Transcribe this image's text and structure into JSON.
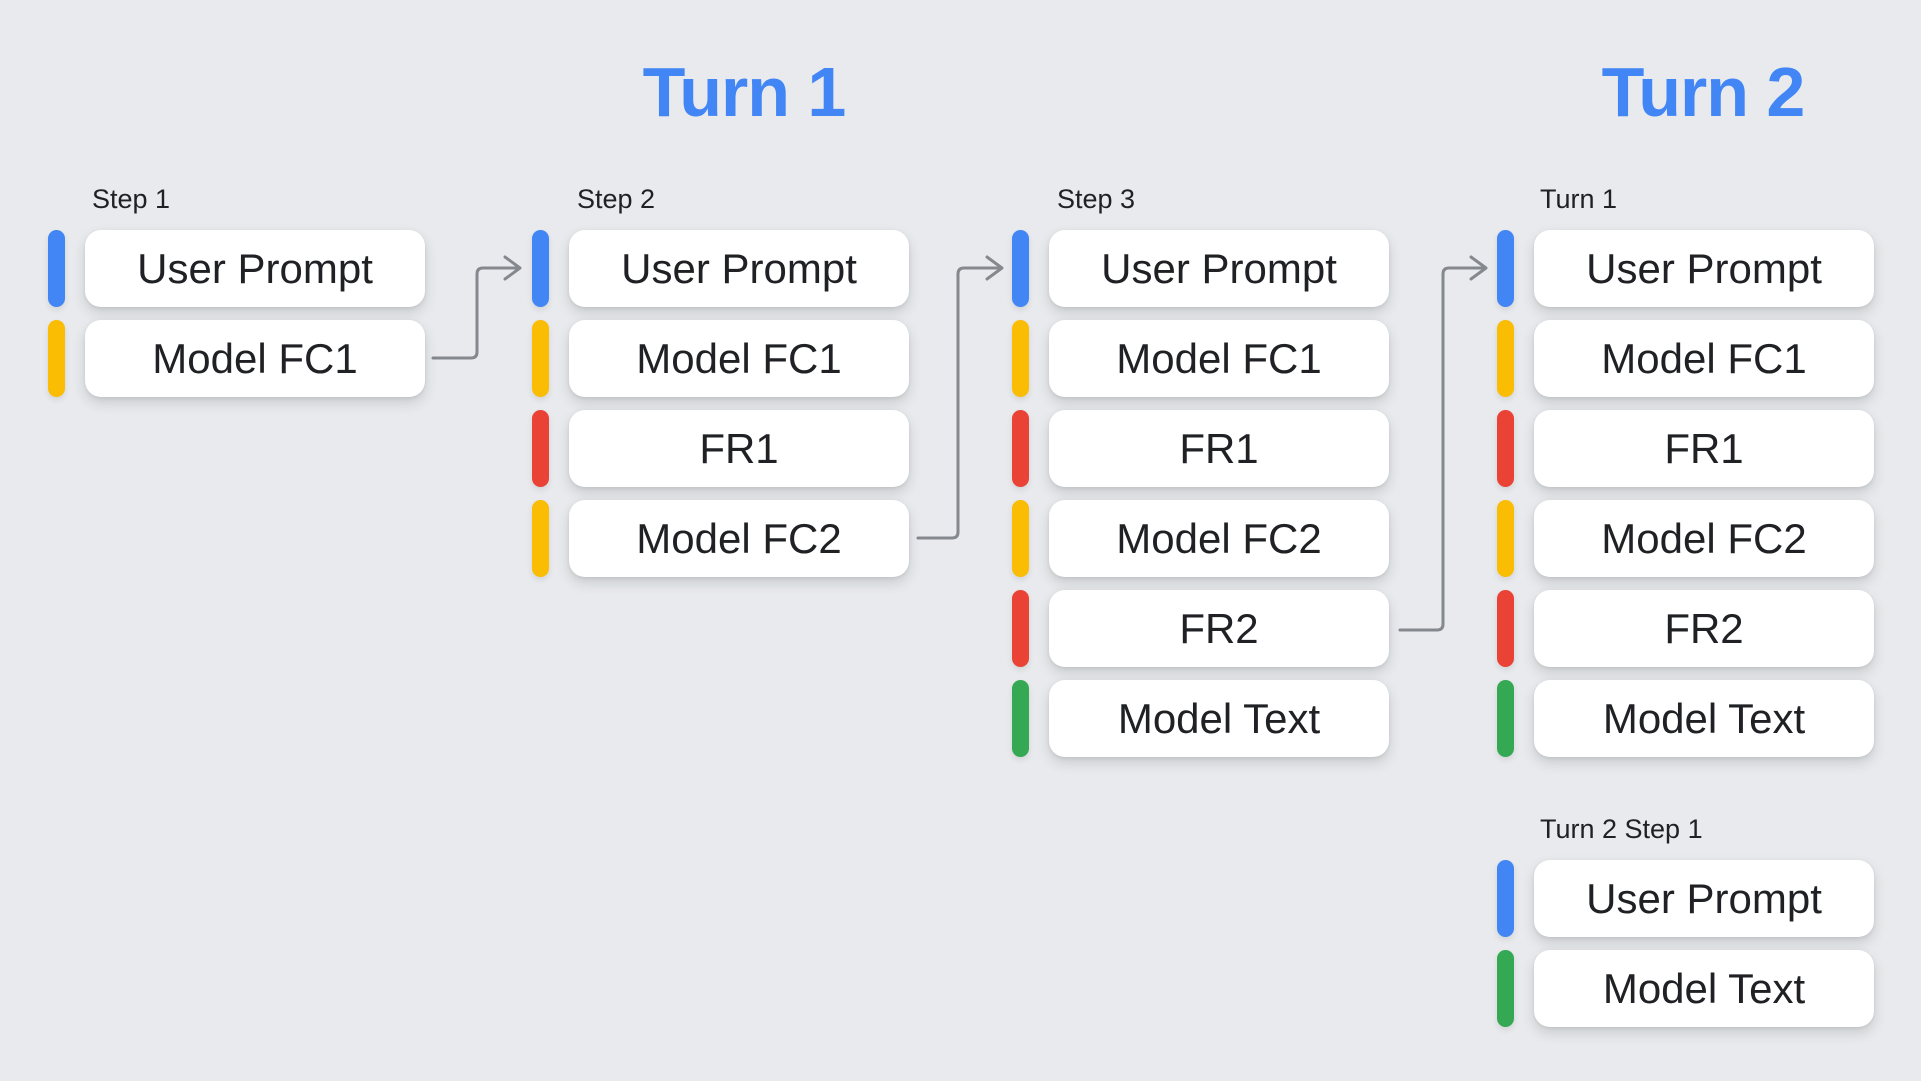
{
  "colors": {
    "background": "#e8eaed",
    "box": "#ffffff",
    "text": "#202124",
    "title": "#4285f4",
    "arrow": "#85898e",
    "blue": "#4285f4",
    "yellow": "#fbbc04",
    "red": "#ea4335",
    "green": "#34a853"
  },
  "titles": {
    "turn1": "Turn 1",
    "turn2": "Turn 2"
  },
  "columns": [
    {
      "label": "Step 1",
      "items": [
        {
          "label": "User Prompt",
          "color": "blue"
        },
        {
          "label": "Model FC1",
          "color": "yellow"
        }
      ]
    },
    {
      "label": "Step 2",
      "items": [
        {
          "label": "User Prompt",
          "color": "blue"
        },
        {
          "label": "Model FC1",
          "color": "yellow"
        },
        {
          "label": "FR1",
          "color": "red"
        },
        {
          "label": "Model FC2",
          "color": "yellow"
        }
      ]
    },
    {
      "label": "Step 3",
      "items": [
        {
          "label": "User Prompt",
          "color": "blue"
        },
        {
          "label": "Model FC1",
          "color": "yellow"
        },
        {
          "label": "FR1",
          "color": "red"
        },
        {
          "label": "Model FC2",
          "color": "yellow"
        },
        {
          "label": "FR2",
          "color": "red"
        },
        {
          "label": "Model Text",
          "color": "green"
        }
      ]
    },
    {
      "label": "Turn 1",
      "items": [
        {
          "label": "User Prompt",
          "color": "blue"
        },
        {
          "label": "Model FC1",
          "color": "yellow"
        },
        {
          "label": "FR1",
          "color": "red"
        },
        {
          "label": "Model FC2",
          "color": "yellow"
        },
        {
          "label": "FR2",
          "color": "red"
        },
        {
          "label": "Model Text",
          "color": "green"
        }
      ]
    },
    {
      "label": "Turn 2 Step 1",
      "items": [
        {
          "label": "User Prompt",
          "color": "blue"
        },
        {
          "label": "Model Text",
          "color": "green"
        }
      ]
    }
  ]
}
